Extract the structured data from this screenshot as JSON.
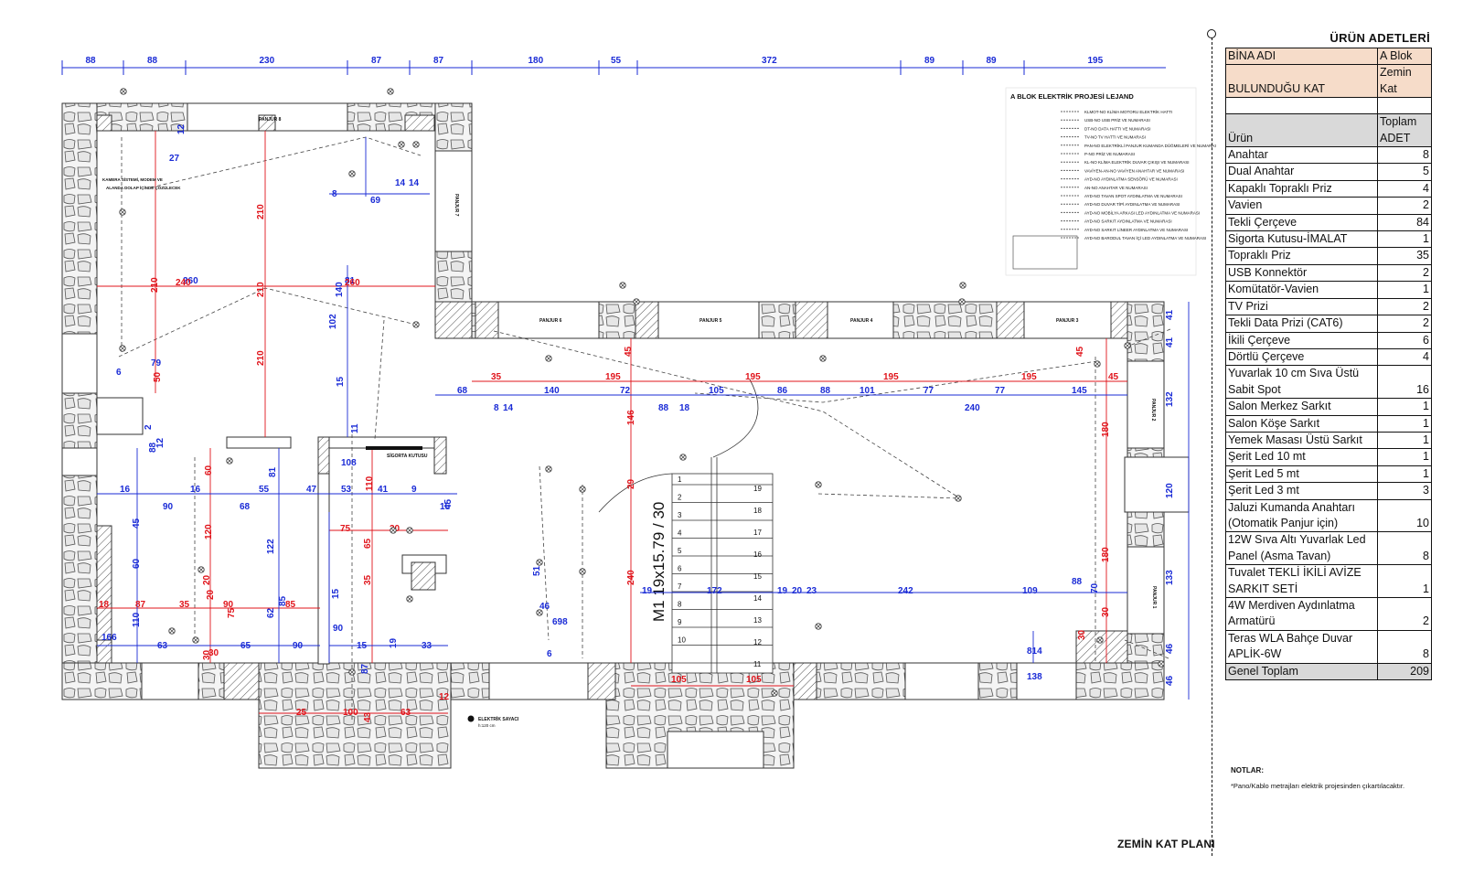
{
  "plan": {
    "top_dims": [
      "88",
      "88",
      "230",
      "87",
      "87",
      "180",
      "55",
      "372",
      "89",
      "89",
      "195"
    ],
    "legend_title": "A BLOK ELEKTRİK PROJESİ LEJAND",
    "legend_items": [
      "KLMOT-NO KLİMA MOTORU ELEKTRİK HATTI",
      "USB-NO USB PRİZ VE NUMARASI",
      "DT-NO DATA HATTI VE NUMARASI",
      "TV-NO TV HATTI VE NUMARASI",
      "PAN-NO ELEKTRİKLİ PANJUR KUMANDA DÜĞMELERİ VE NUMARASI",
      "P-NO PRİZ VE NUMARASI",
      "KL-NO KLİMA ELEKTRİK DUVAR ÇIKIŞI VE NUMARASI",
      "VAVİYEN-AN-NO VAVİYEN ANAHTAR VE NUMARASI",
      "AYD-NO AYDINLATMA SENSÖRÜ VE NUMARASI",
      "AN-NO ANAHTAR VE NUMARASI",
      "AYD-NO TAVAN SPOT AYDINLATMA VE NUMARASI",
      "AYD-NO DUVAR TİPİ AYDINLATMA VE NUMARASI",
      "AYD-NO MOBİLYA ARKASI LED AYDINLATMA VE NUMARASI",
      "AYD-NO SARKIT AYDINLATMA VE NUMARASI",
      "AYD-NO SARKIT LİNEER AYDINLATMA VE NUMARASI",
      "AYD-NO BARODUL TAVAN İÇİ LED AYDINLATMA VE NUMARASI"
    ],
    "panjurs": [
      "PANJUR 8",
      "PANJUR 7",
      "PANJUR 6",
      "PANJUR 5",
      "PANJUR 4",
      "PANJUR 3",
      "PANJUR 2",
      "PANJUR 1"
    ],
    "labels": {
      "sigorta": "SİGORTA KUTUSU",
      "camera": "KAMERA SİSTEMİ, MODEM VE",
      "camera2": "ALANDA DOLAP İÇİNDE ÇÖZÜLECEK",
      "stair": "M1 19x15.79 / 30",
      "sayac": "ELEKTRİK SAYACI",
      "sayac_h": "h:120 cm"
    },
    "stair_left": [
      "1",
      "2",
      "3",
      "4",
      "5",
      "6",
      "7",
      "8",
      "9",
      "10"
    ],
    "stair_right": [
      "19",
      "18",
      "17",
      "16",
      "15",
      "14",
      "13",
      "12",
      "11"
    ],
    "blue_dims": [
      "68",
      "140",
      "72",
      "105",
      "86",
      "101",
      "77",
      "77",
      "145",
      "8",
      "14",
      "88",
      "18",
      "88",
      "240",
      "260",
      "81",
      "14",
      "14",
      "8",
      "69",
      "6",
      "79",
      "16",
      "90",
      "16",
      "68",
      "55",
      "47",
      "53",
      "41",
      "9",
      "15",
      "45",
      "108",
      "102",
      "140",
      "15",
      "11",
      "166",
      "63",
      "65",
      "90",
      "15",
      "90",
      "15",
      "19",
      "33",
      "87",
      "19",
      "172",
      "19",
      "20",
      "23",
      "242",
      "109",
      "88",
      "70",
      "41",
      "41",
      "132",
      "120",
      "133",
      "46",
      "46",
      "138",
      "814",
      "6",
      "698",
      "46",
      "51",
      "122",
      "62",
      "81",
      "85",
      "110",
      "45",
      "60",
      "12",
      "27",
      "2",
      "88",
      "12"
    ],
    "red_dims": [
      "210",
      "210",
      "210",
      "210",
      "240",
      "260",
      "50",
      "195",
      "195",
      "195",
      "195",
      "45",
      "45",
      "35",
      "146",
      "29",
      "240",
      "180",
      "180",
      "30",
      "30",
      "75",
      "30",
      "65",
      "35",
      "110",
      "20",
      "30",
      "60",
      "120",
      "20",
      "18",
      "87",
      "35",
      "90",
      "75",
      "85",
      "30",
      "25",
      "100",
      "43",
      "63",
      "12",
      "105",
      "105",
      "45"
    ]
  },
  "table": {
    "title": "ÜRÜN ADETLERİ",
    "bina_label": "BİNA ADI",
    "bina_value": "A Blok",
    "kat_label": "BULUNDUĞU KAT",
    "kat_value": "Zemin Kat",
    "col_product": "Ürün",
    "col_total": "Toplam ADET",
    "items": [
      {
        "name": "Anahtar",
        "qty": "8"
      },
      {
        "name": "Dual Anahtar",
        "qty": "5"
      },
      {
        "name": "Kapaklı Topraklı Priz",
        "qty": "4"
      },
      {
        "name": "Vavien",
        "qty": "2"
      },
      {
        "name": "Tekli Çerçeve",
        "qty": "84"
      },
      {
        "name": "Sigorta Kutusu-İMALAT",
        "qty": "1"
      },
      {
        "name": "Topraklı Priz",
        "qty": "35"
      },
      {
        "name": "USB Konnektör",
        "qty": "2"
      },
      {
        "name": "Komütatör-Vavien",
        "qty": "1"
      },
      {
        "name": "TV Prizi",
        "qty": "2"
      },
      {
        "name": "Tekli Data Prizi (CAT6)",
        "qty": "2"
      },
      {
        "name": "İkili Çerçeve",
        "qty": "6"
      },
      {
        "name": "Dörtlü Çerçeve",
        "qty": "4"
      },
      {
        "name": "Yuvarlak 10 cm Sıva Üstü Sabit Spot",
        "qty": "16"
      },
      {
        "name": "Salon Merkez Sarkıt",
        "qty": "1"
      },
      {
        "name": "Salon Köşe Sarkıt",
        "qty": "1"
      },
      {
        "name": "Yemek Masası Üstü Sarkıt",
        "qty": "1"
      },
      {
        "name": "Şerit Led 10 mt",
        "qty": "1"
      },
      {
        "name": "Şerit Led 5 mt",
        "qty": "1"
      },
      {
        "name": "Şerit Led 3 mt",
        "qty": "3"
      },
      {
        "name": "Jaluzi Kumanda Anahtarı (Otomatik Panjur için)",
        "qty": "10"
      },
      {
        "name": "12W Sıva Altı Yuvarlak Led Panel (Asma Tavan)",
        "qty": "8"
      },
      {
        "name": "Tuvalet TEKLİ İKİLİ AVİZE SARKIT SETİ",
        "qty": "1"
      },
      {
        "name": "4W Merdiven Aydınlatma Armatürü",
        "qty": "2"
      },
      {
        "name": "Teras WLA Bahçe Duvar APLİK-6W",
        "qty": "8"
      }
    ],
    "total_label": "Genel Toplam",
    "total_value": "209"
  },
  "notes": {
    "title": "NOTLAR:",
    "text": "*Pano/Kablo metrajları elektrik projesinden çıkartılacaktır."
  },
  "sheet_title": "ZEMİN KAT PLANI",
  "colors": {
    "dim_blue": "#1a2bd6",
    "dim_red": "#e0141b",
    "header_fill": "#f6dcc9",
    "gray_fill": "#d9d9d9"
  }
}
